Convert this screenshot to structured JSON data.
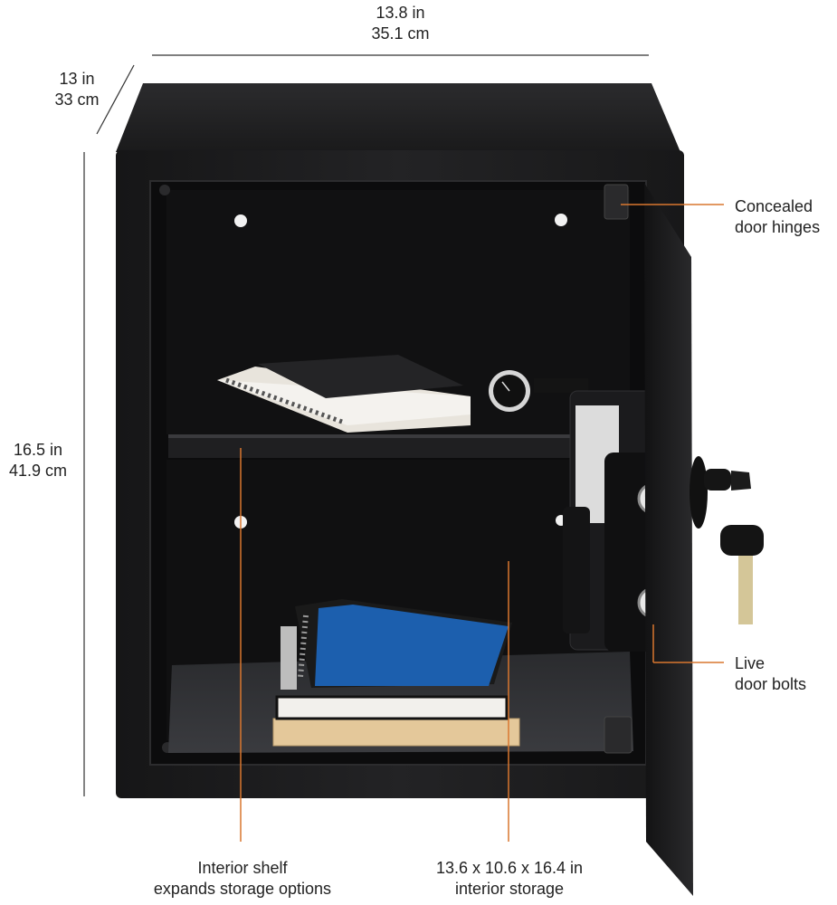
{
  "dimensions": {
    "width": {
      "in": "13.8 in",
      "cm": "35.1 cm"
    },
    "depth": {
      "in": "13 in",
      "cm": "33 cm"
    },
    "height": {
      "in": "16.5 in",
      "cm": "41.9 cm"
    }
  },
  "callouts": {
    "hinges": {
      "line1": "Concealed",
      "line2": "door hinges"
    },
    "bolts": {
      "line1": "Live",
      "line2": "door bolts"
    },
    "shelf": {
      "line1": "Interior shelf",
      "line2": "expands storage options"
    },
    "interior": {
      "line1": "13.6 x 10.6 x 16.4 in",
      "line2": "interior storage"
    }
  },
  "colors": {
    "accent": "#d9772f",
    "dimension_line": "#333333",
    "safe_body": "#1c1c1e",
    "safe_interior": "#0c0c0d"
  }
}
